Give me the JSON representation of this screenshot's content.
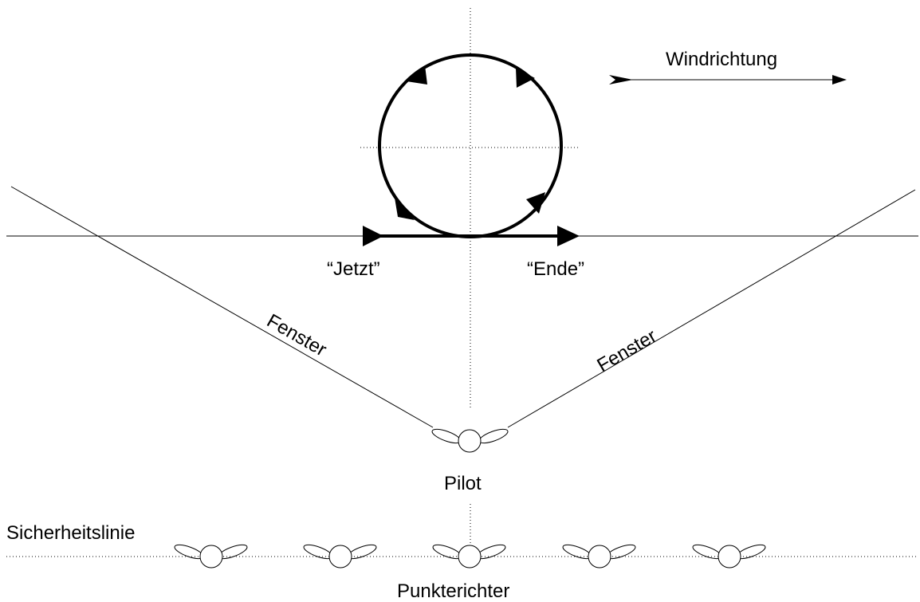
{
  "labels": {
    "wind": "Windrichtung",
    "start": "“Jetzt”",
    "end": "“Ende”",
    "window_left": "Fenster",
    "window_right": "Fenster",
    "pilot": "Pilot",
    "safety_line": "Sicherheitslinie",
    "judges": "Punkterichter"
  },
  "judge_count": 5,
  "colors": {
    "stroke": "#000000",
    "background": "#ffffff"
  }
}
